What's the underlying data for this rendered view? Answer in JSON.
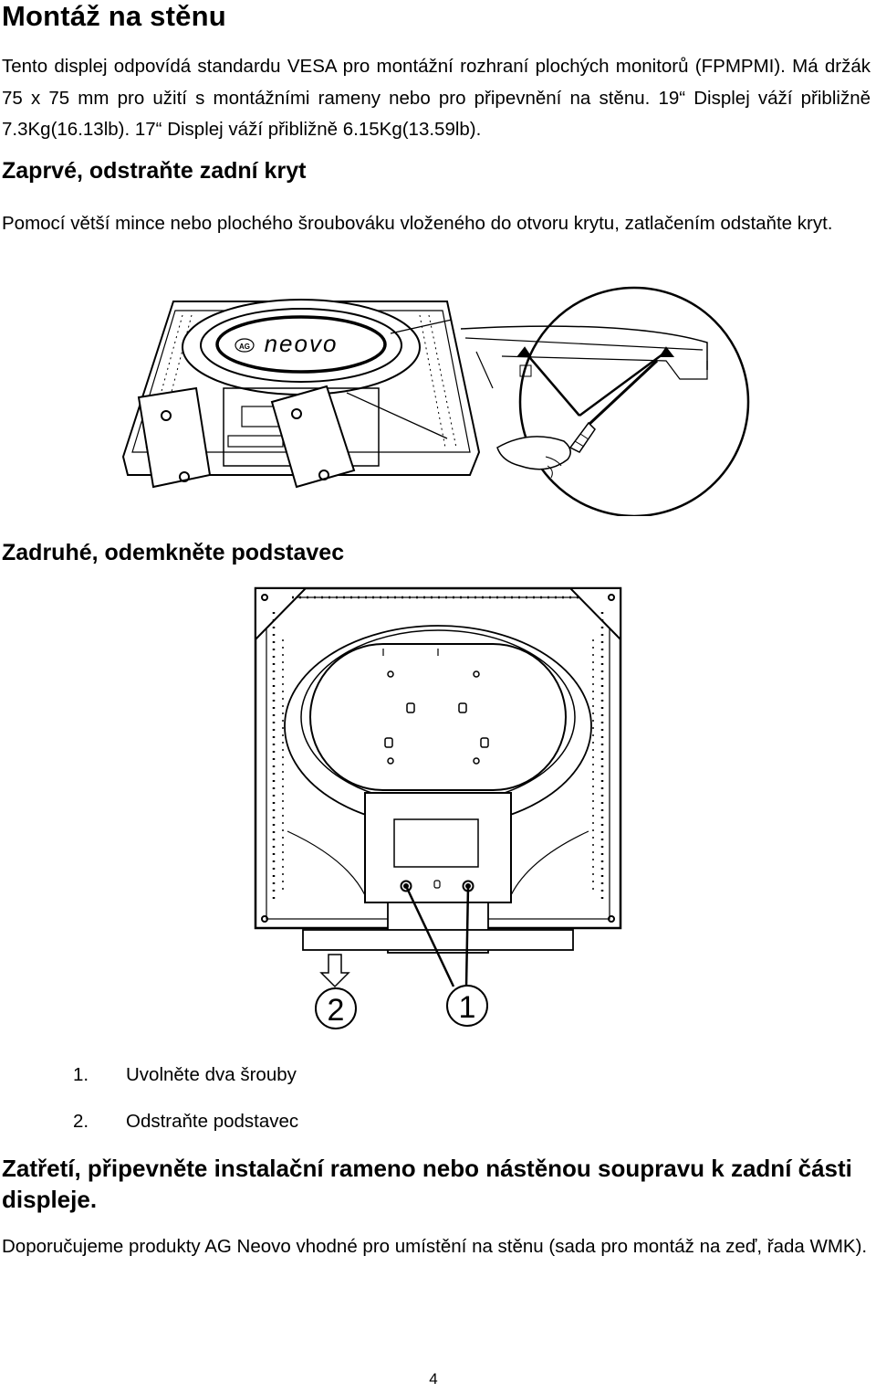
{
  "title": "Montáž na stěnu",
  "intro": "Tento displej odpovídá standardu VESA pro montážní rozhraní plochých monitorů (FPMPMI). Má držák 75 x 75 mm pro užití s montážními rameny nebo pro připevnění na stěnu. 19“ Displej váží přibližně 7.3Kg(16.13lb). 17“ Displej váží přibližně 6.15Kg(13.59lb).",
  "step1": {
    "heading": "Zaprvé, odstraňte zadní kryt",
    "text": "Pomocí větší mince nebo plochého šroubováku vloženého do otvoru krytu, zatlačením odstaňte kryt.",
    "logo_text": "neovo",
    "logo_badge": "AG"
  },
  "step2": {
    "heading": "Zadruhé, odemkněte podstavec",
    "callout_2": "2",
    "callout_1": "1",
    "items": [
      {
        "num": "1.",
        "text": "Uvolněte dva šrouby"
      },
      {
        "num": "2.",
        "text": "Odstraňte podstavec"
      }
    ]
  },
  "step3": {
    "heading": "Zatřetí, připevněte instalační rameno nebo nástěnou soupravu k zadní části displeje.",
    "text": "Doporučujeme produkty AG Neovo vhodné pro umístění na stěnu (sada pro montáž na zeď, řada WMK)."
  },
  "page_number": "4"
}
